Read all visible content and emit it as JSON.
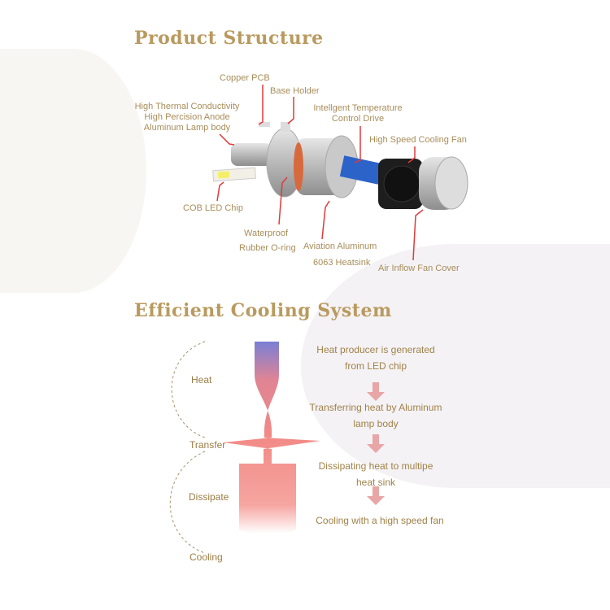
{
  "structure": {
    "title": "Product Structure",
    "labels": {
      "copper_pcb": "Copper PCB",
      "base_holder": "Base Holder",
      "lamp_body": [
        "High Thermal Conductivity",
        "High Percision Anode",
        "Aluminum Lamp body"
      ],
      "drive": [
        "Intellgent Temperature",
        "Control Drive"
      ],
      "fan": "High Speed Cooling Fan",
      "cob": "COB LED Chip",
      "oring": [
        "Waterproof",
        "Rubber O-ring"
      ],
      "heatsink": [
        "Aviation Aluminum",
        "6063 Heatsink"
      ],
      "fan_cover": "Air Inflow Fan Cover"
    }
  },
  "cooling": {
    "title": "Efficient Cooling System",
    "stages": [
      "Heat",
      "Transfer",
      "Dissipate",
      "Cooling"
    ],
    "steps": [
      [
        "Heat producer is generated",
        "from LED chip"
      ],
      [
        "Transferring heat by Aluminum",
        "lamp body"
      ],
      [
        "Dissipating heat to multipe",
        "heat sink"
      ],
      [
        "Cooling with a high speed fan"
      ]
    ]
  },
  "colors": {
    "title": "#b99a5e",
    "leader": "#e03a3a",
    "arrow": "#e8a6a6"
  }
}
